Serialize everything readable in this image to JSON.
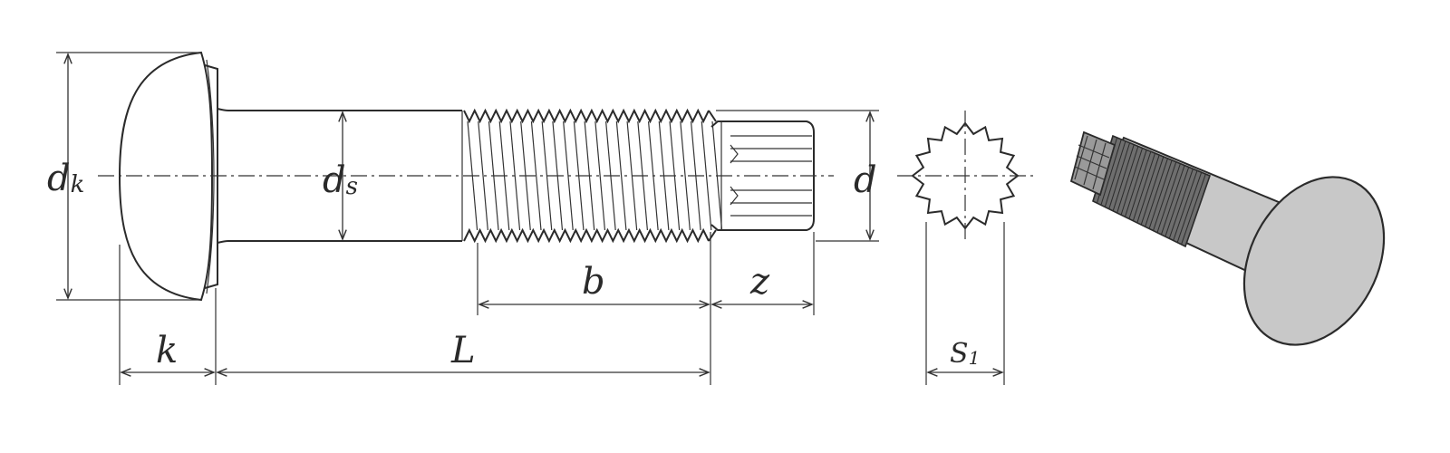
{
  "labels": {
    "dk_main": "d",
    "dk_sub": "k",
    "ds_main": "d",
    "ds_sub": "s",
    "d": "d",
    "b": "b",
    "z": "z",
    "k": "k",
    "L": "L",
    "s1_main": "S",
    "s1_sub": "1"
  },
  "thread": {
    "crests": 23
  },
  "spline": {
    "teeth": 16
  },
  "colors": {
    "line": "#2b2b2b",
    "body3d": "#c8c8c8",
    "thread3d": "#6e6e6e"
  }
}
